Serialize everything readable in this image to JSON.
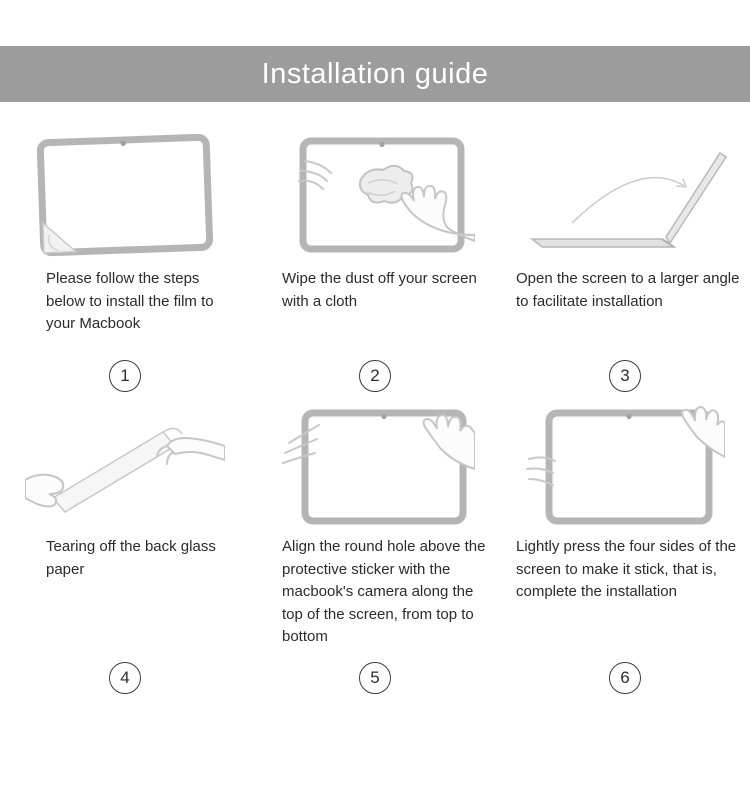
{
  "header": {
    "title": "Installation guide",
    "bg_color": "#9c9c9c",
    "text_color": "#ffffff"
  },
  "steps": [
    {
      "number": "1",
      "caption": "Please follow the steps below to install the film to your Macbook",
      "illustration": "macbook-screen-with-peeling-film-corner"
    },
    {
      "number": "2",
      "caption": "Wipe the dust off your screen with a cloth",
      "illustration": "hands-wiping-screen-with-cloth"
    },
    {
      "number": "3",
      "caption": "Open the screen to a larger angle to facilitate installation",
      "illustration": "laptop-opened-to-wide-angle"
    },
    {
      "number": "4",
      "caption": "Tearing off the back glass paper",
      "illustration": "hands-tearing-back-paper"
    },
    {
      "number": "5",
      "caption": "Align the round hole above the protective sticker with the macbook's camera along the top of the screen, from top to bottom",
      "illustration": "hands-aligning-film-with-camera-hole"
    },
    {
      "number": "6",
      "caption": "Lightly press the four sides of the screen to make it stick, that is, complete the installation",
      "illustration": "hands-pressing-four-sides"
    }
  ]
}
